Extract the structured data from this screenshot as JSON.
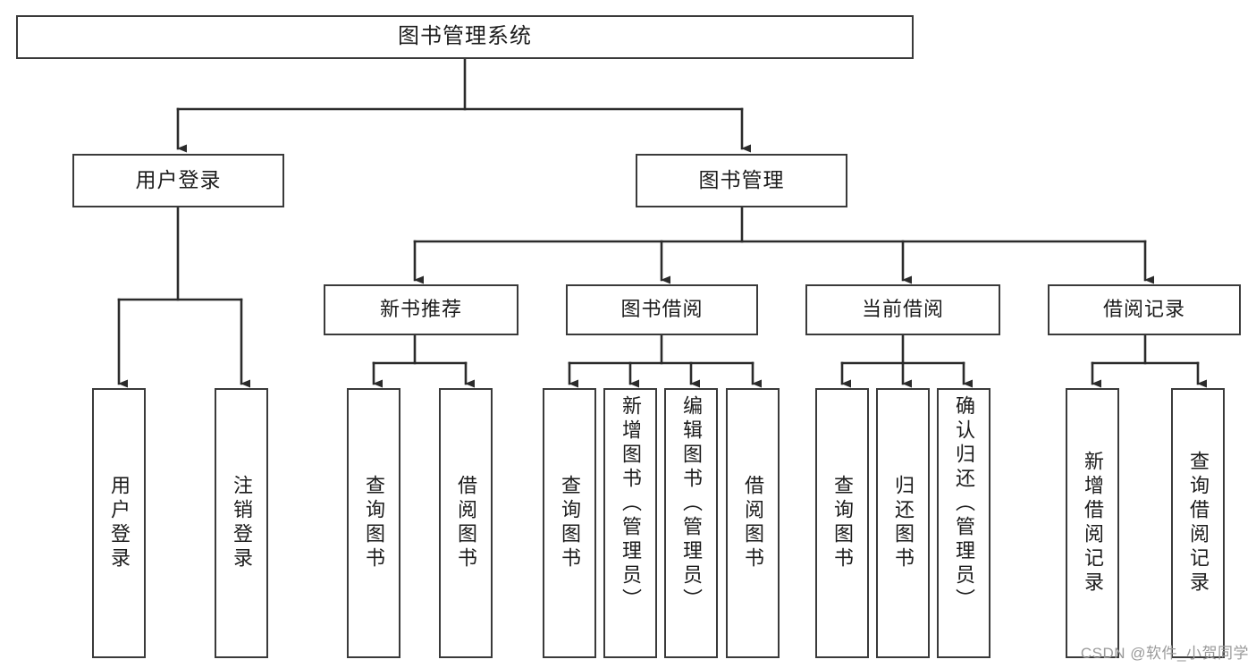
{
  "diagram": {
    "title": "图书管理系统",
    "type": "tree",
    "orientation": "top-down",
    "colors": {
      "box_border": "#3a3a3a",
      "box_fill": "#ffffff",
      "connector": "#2b2b2b",
      "text": "#1c1c1c",
      "watermark": "#9a9a9a",
      "background": "#ffffff"
    },
    "root": {
      "label": "图书管理系统"
    },
    "level2": [
      {
        "label": "用户登录"
      },
      {
        "label": "图书管理"
      }
    ],
    "level3": [
      {
        "label": "新书推荐"
      },
      {
        "label": "图书借阅"
      },
      {
        "label": "当前借阅"
      },
      {
        "label": "借阅记录"
      }
    ],
    "leaves": {
      "user_login": [
        {
          "label": "用户登录"
        },
        {
          "label": "注销登录"
        }
      ],
      "new_book_recommend": [
        {
          "label": "查询图书"
        },
        {
          "label": "借阅图书"
        }
      ],
      "book_borrow": [
        {
          "label": "查询图书"
        },
        {
          "label": "新增图书（管理员）"
        },
        {
          "label": "编辑图书（管理员）"
        },
        {
          "label": "借阅图书"
        }
      ],
      "current_borrow": [
        {
          "label": "查询图书"
        },
        {
          "label": "归还图书"
        },
        {
          "label": "确认归还（管理员）"
        }
      ],
      "borrow_record": [
        {
          "label": "新增借阅记录"
        },
        {
          "label": "查询借阅记录"
        }
      ]
    }
  },
  "watermark": {
    "text": "CSDN @软件_小贺同学"
  }
}
